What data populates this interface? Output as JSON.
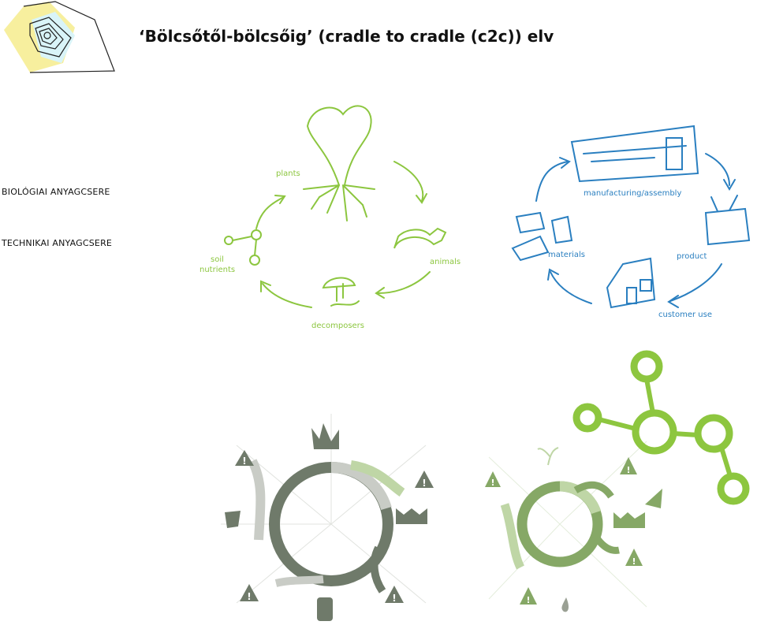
{
  "title": "‘Bölcsőtől-bölcsőig’ (cradle to cradle (c2c)) elv",
  "side_labels": {
    "biological": "BIOLÓGIAI ANYAGCSERE",
    "technical": "TECHNIKAI ANYAGCSERE"
  },
  "bio_cycle": {
    "color": "#8cc63f",
    "labels": {
      "plants": "plants",
      "animals": "animals",
      "decomposers": "decomposers",
      "soil": "soil",
      "nutrients": "nutrients"
    }
  },
  "tech_cycle": {
    "color": "#2a7fc0",
    "labels": {
      "manufacturing": "manufacturing/assembly",
      "product": "product",
      "customer_use": "customer use",
      "materials": "materials"
    }
  },
  "warning_symbol": "!",
  "colors": {
    "logo_yellow": "#f7ef9e",
    "logo_cyan": "#d9f4f8",
    "grey_dark": "#6f7a6a",
    "grey_light": "#c9ccc6",
    "green_light": "#bfd6a6",
    "green_mid": "#86a866",
    "green_bright": "#8dc63f"
  }
}
